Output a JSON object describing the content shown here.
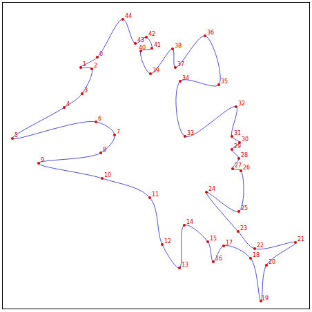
{
  "diagram": {
    "labels": [
      "0",
      "1",
      "2",
      "3",
      "4",
      "5",
      "6",
      "7",
      "8",
      "9",
      "10",
      "11",
      "12",
      "13",
      "14",
      "15",
      "16",
      "17",
      "18",
      "19",
      "20",
      "21",
      "22",
      "23",
      "24",
      "25",
      "26",
      "27",
      "28",
      "29",
      "30",
      "31",
      "32",
      "33",
      "34",
      "35",
      "36",
      "37",
      "38",
      "39",
      "40",
      "41",
      "42",
      "43",
      "44"
    ]
  }
}
